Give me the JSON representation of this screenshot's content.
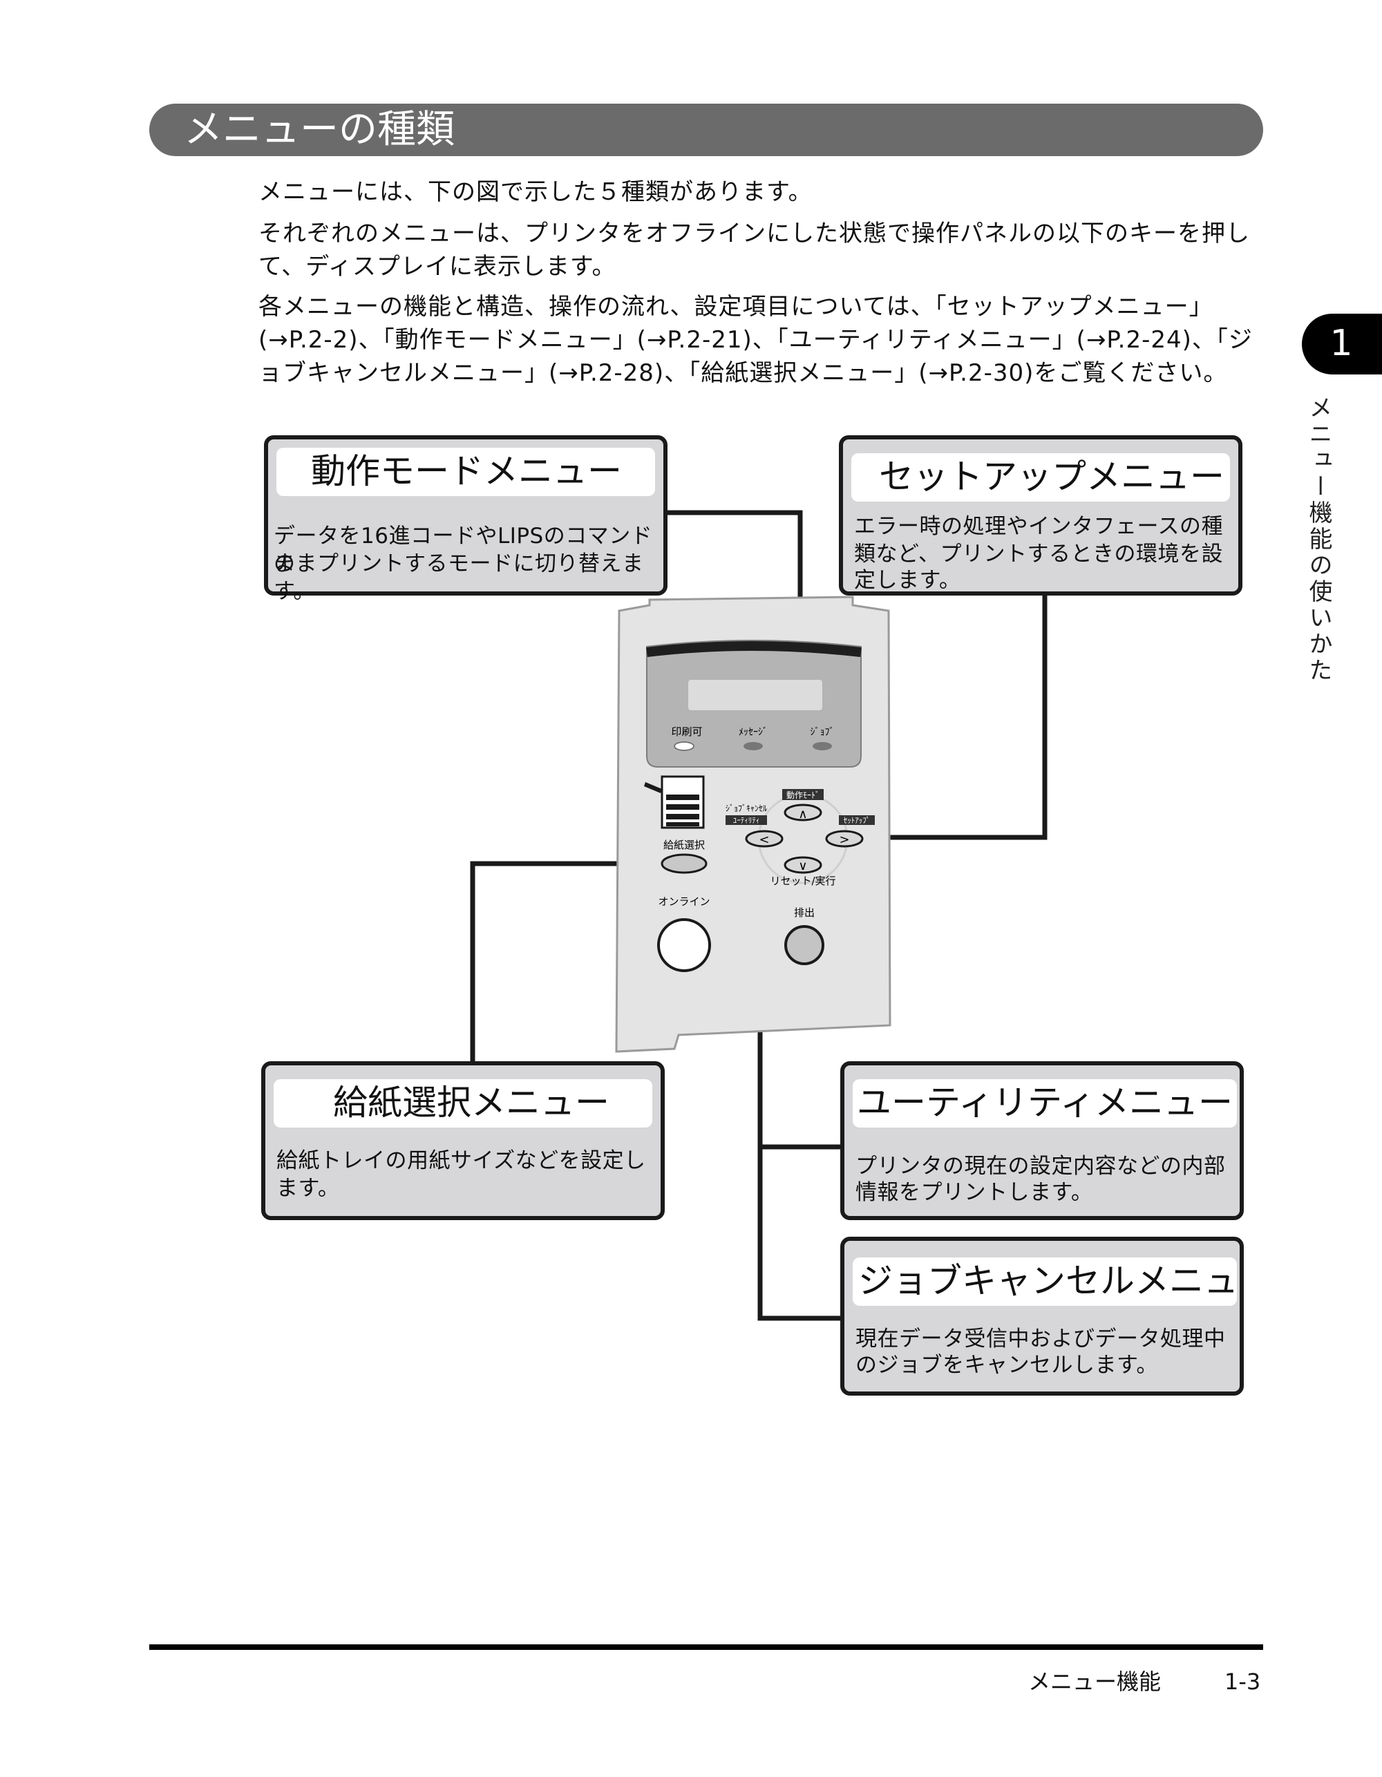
{
  "heading": "メニューの種類",
  "paragraphs": [
    "メニューには、下の図で示した５種類があります。",
    "それぞれのメニューは、プリンタをオフラインにした状態で操作パネルの以下のキーを押して、ディスプレイに表示します。",
    "各メニューの機能と構造、操作の流れ、設定項目については、「セットアップメニュー」(→P.2-2)、「動作モードメニュー」(→P.2-21)、「ユーティリティメニュー」(→P.2-24)、「ジョブキャンセルメニュー」(→P.2-28)、「給紙選択メニュー」(→P.2-30)をご覧ください。"
  ],
  "chapter": {
    "number": "1",
    "side_title": "メニュー機能の使いかた"
  },
  "boxes": {
    "operation_mode": {
      "title": "動作モードメニュー",
      "desc": [
        "データを16進コードやLIPSのコマンドの",
        "ままプリントするモードに切り替えます。"
      ]
    },
    "setup": {
      "title": "セットアップメニュー",
      "desc": [
        "エラー時の処理やインタフェースの種",
        "類など、プリントするときの環境を設",
        "定します。"
      ]
    },
    "paper_select": {
      "title": "給紙選択メニュー",
      "desc": [
        "給紙トレイの用紙サイズなどを設定し",
        "ます。"
      ]
    },
    "utility": {
      "title": "ユーティリティメニュー",
      "desc": [
        "プリンタの現在の設定内容などの内部",
        "情報をプリントします。"
      ]
    },
    "job_cancel": {
      "title": "ジョブキャンセルメニュー",
      "desc": [
        "現在データ受信中およびデータ処理中",
        "のジョブをキャンセルします。"
      ]
    }
  },
  "panel": {
    "led_print_ready": "印刷可",
    "led_message": "ﾒｯｾｰｼﾞ",
    "led_job": "ｼﾞｮﾌﾞ",
    "key_operation_mode": "動作ﾓｰﾄﾞ",
    "key_job_cancel": "ｼﾞｮﾌﾞｷｬﾝｾﾙ",
    "key_utility": "ﾕｰﾃｨﾘﾃｨ",
    "key_setup": "ｾｯﾄｱｯﾌﾟ",
    "key_reset": "リセット/実行",
    "key_paper_select": "給紙選択",
    "key_online": "オンライン",
    "key_eject": "排出",
    "arrow_up": "∧",
    "arrow_down": "∨",
    "arrow_left": "<",
    "arrow_right": ">"
  },
  "footer": {
    "label": "メニュー機能",
    "page": "1-3"
  }
}
